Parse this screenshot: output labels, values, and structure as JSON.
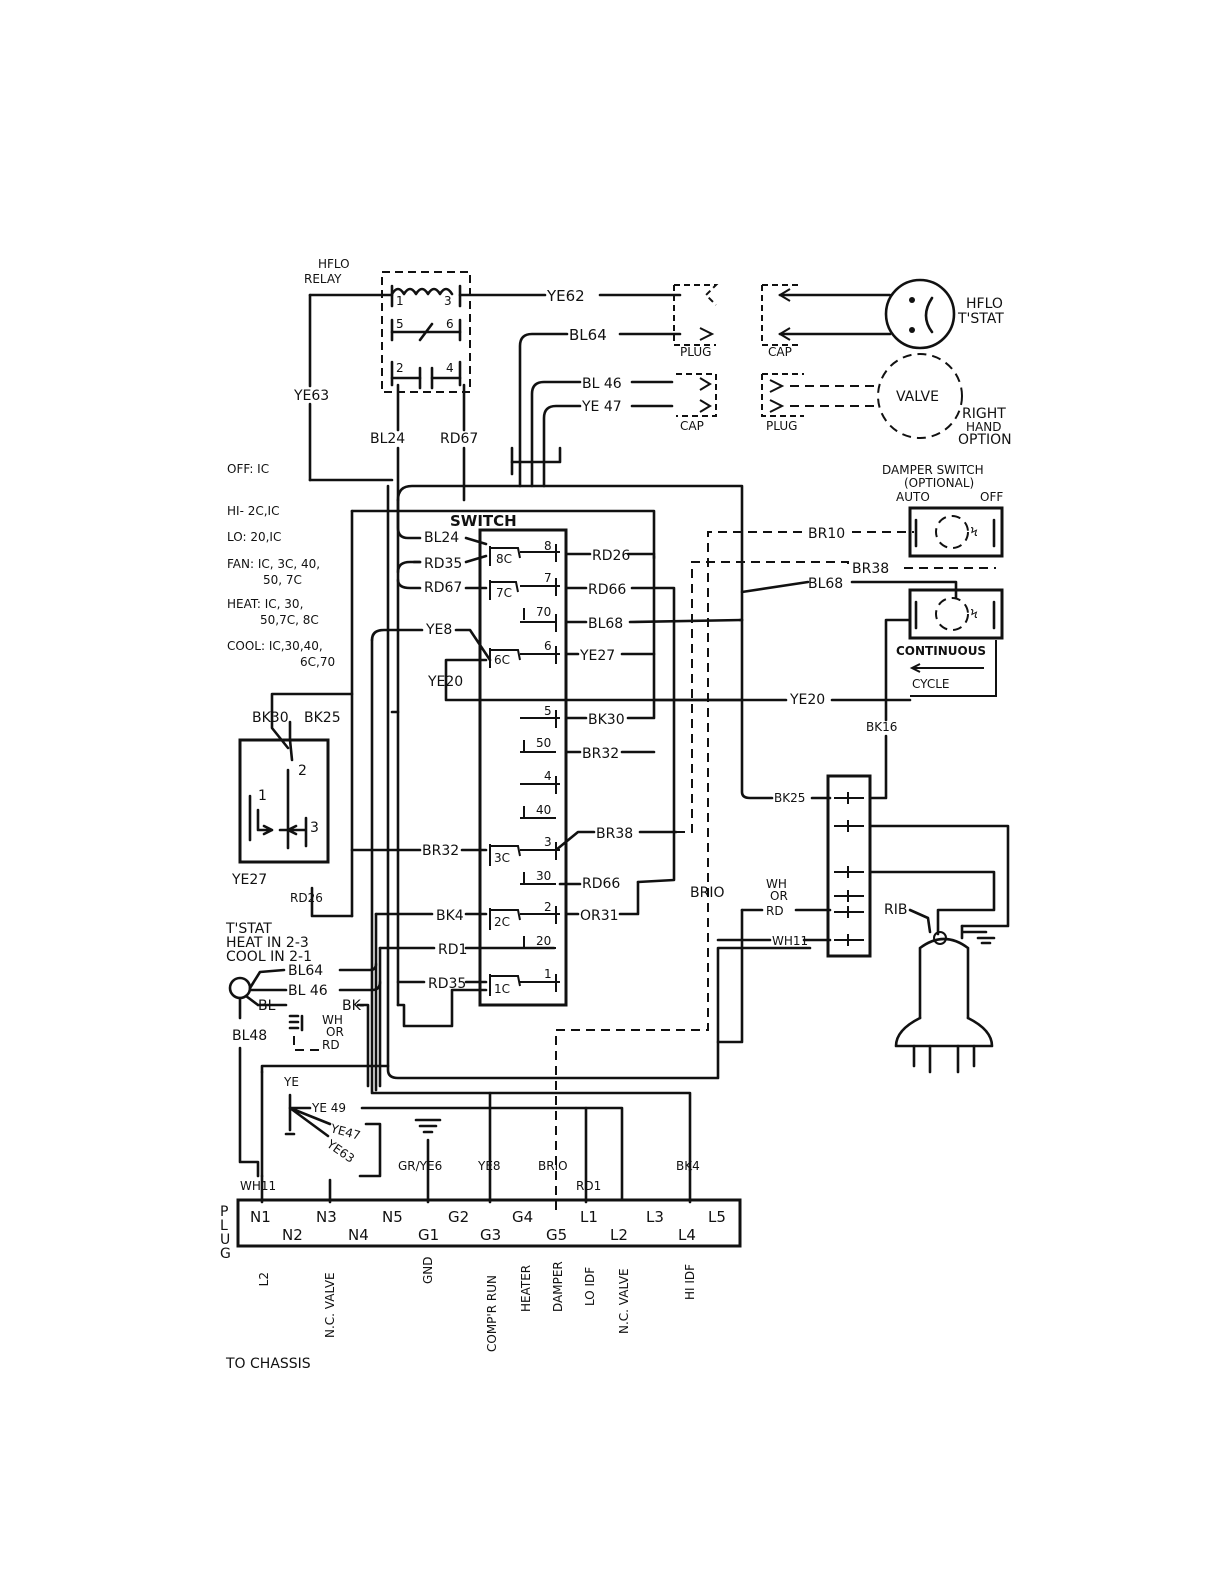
{
  "relay": {
    "title_line1": "HFLO",
    "title_line2": "RELAY",
    "t1": "1",
    "t3": "3",
    "t5": "5",
    "t6": "6",
    "t2": "2",
    "t4": "4"
  },
  "top": {
    "ye62": "YE62",
    "bl64": "BL64",
    "bl46": "BL 46",
    "ye47": "YE 47",
    "plug1": "PLUG",
    "cap1": "CAP",
    "cap2": "CAP",
    "plug2": "PLUG",
    "hflo_tstat_1": "HFLO",
    "hflo_tstat_2": "T'STAT",
    "valve": "VALVE",
    "rho_1": "RIGHT",
    "rho_2": "HAND",
    "rho_3": "OPTION",
    "ye63": "YE63",
    "bl24": "BL24",
    "rd67": "RD67"
  },
  "legend": {
    "off": "OFF: IC",
    "hi": "HI- 2C,IC",
    "lo": "LO: 20,IC",
    "fan1": "FAN: IC, 3C, 40,",
    "fan2": "50, 7C",
    "heat1": "HEAT: IC, 30,",
    "heat2": "50,7C, 8C",
    "cool1": "COOL: IC,30,40,",
    "cool2": "6C,70"
  },
  "switch": {
    "title": "SWITCH",
    "left": [
      "BL24",
      "RD35",
      "RD67",
      "YE8",
      "YE20",
      "BR32",
      "BK4",
      "RD1",
      "RD35"
    ],
    "contacts_c": [
      "8C",
      "7C",
      "6C",
      "3C",
      "2C",
      "1C"
    ],
    "contacts_n": [
      "8",
      "7",
      "70",
      "6",
      "5",
      "50",
      "4",
      "40",
      "3",
      "30",
      "2",
      "20",
      "1"
    ],
    "right": [
      "RD26",
      "RD66",
      "BL68",
      "YE27",
      "BK30",
      "BR32",
      "BR38",
      "RD66",
      "OR31"
    ]
  },
  "damper": {
    "t1": "DAMPER  SWITCH",
    "t2": "(OPTIONAL)",
    "auto": "AUTO",
    "off": "OFF",
    "continuous": "CONTINUOUS",
    "cycle": "CYCLE"
  },
  "mid": {
    "br10": "BR10",
    "br38": "BR38",
    "bl68": "BL68",
    "ye20": "YE20",
    "bk16": "BK16",
    "bk25": "BK25",
    "br10b": "BRIO",
    "wh_1": "WH",
    "wh_2": "OR",
    "wh_3": "RD",
    "wh11": "WH11",
    "r1b": "RIB"
  },
  "tstat": {
    "bk30": "BK30",
    "bk25": "BK25",
    "t2": "2",
    "t1": "1",
    "t3": "3",
    "ye27": "YE27",
    "rd26": "RD26",
    "l1": "T'STAT",
    "l2": "HEAT IN  2-3",
    "l3": "COOL IN  2-1",
    "bl64": "BL64",
    "bl46": "BL 46",
    "bl": "BL",
    "bk": "BK-",
    "bl48": "BL48",
    "whor1": "WH",
    "whor2": "OR",
    "whor3": "RD",
    "ye": "YE",
    "ye49": "YE 49",
    "ye47": "YE47",
    "ye63": "YE63"
  },
  "bottom": {
    "wh11": "WH11",
    "gr_ye6": "GR/YE6",
    "ye8": "YE8",
    "br10": "BRIO",
    "rd1": "RD1",
    "bk4": "BK4",
    "plug_word": [
      "P",
      "L",
      "U",
      "G"
    ],
    "row1": [
      "N1",
      "N3",
      "N5",
      "G2",
      "G4",
      "L1",
      "L3",
      "L5"
    ],
    "row2": [
      "N2",
      "N4",
      "G1",
      "G3",
      "G5",
      "L2",
      "L4"
    ],
    "functions": [
      "L2",
      "N.C. VALVE",
      "GND",
      "COMP'R  RUN",
      "HEATER",
      "DAMPER",
      "LO  IDF",
      "N.C. VALVE",
      "HI  IDF"
    ],
    "to_chassis": "TO  CHASSIS"
  }
}
